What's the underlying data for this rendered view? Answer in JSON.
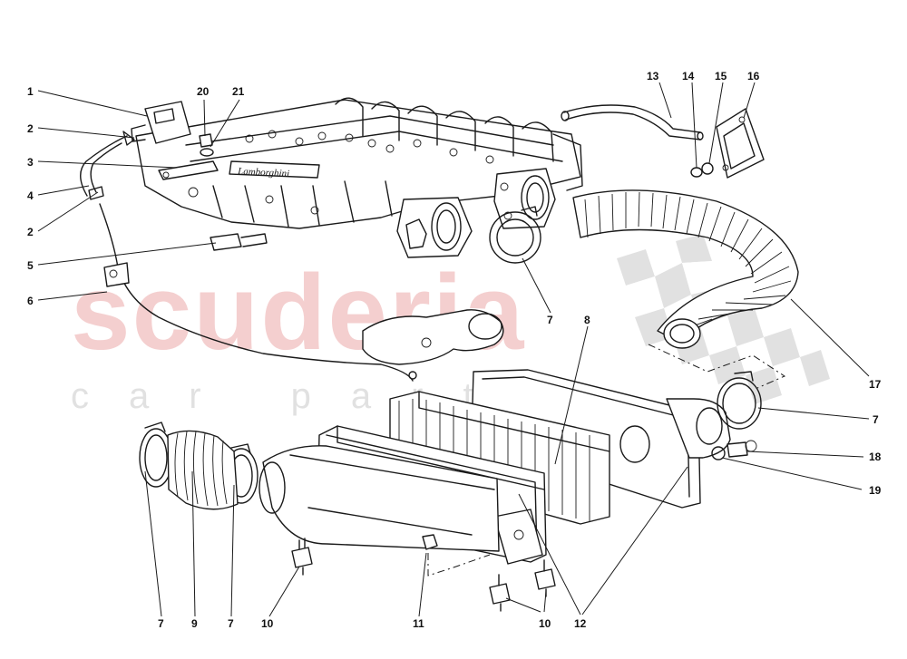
{
  "watermark": {
    "main_text": "scuderia",
    "sub_text": "car parts",
    "main_color": "#f2c4c4",
    "sub_color": "#dedede",
    "checker_color": "#dcdcdc"
  },
  "callouts": {
    "c1": "1",
    "c2a": "2",
    "c3": "3",
    "c4": "4",
    "c2b": "2",
    "c5": "5",
    "c6": "6",
    "c20": "20",
    "c21": "21",
    "c13": "13",
    "c14": "14",
    "c15": "15",
    "c16": "16",
    "c7a": "7",
    "c8": "8",
    "c17": "17",
    "c7b": "7",
    "c18": "18",
    "c19": "19",
    "c7c": "7",
    "c9": "9",
    "c7d": "7",
    "c10a": "10",
    "c11": "11",
    "c10b": "10",
    "c12": "12"
  },
  "parts": {
    "engine_logo_text": "Lamborghini"
  }
}
